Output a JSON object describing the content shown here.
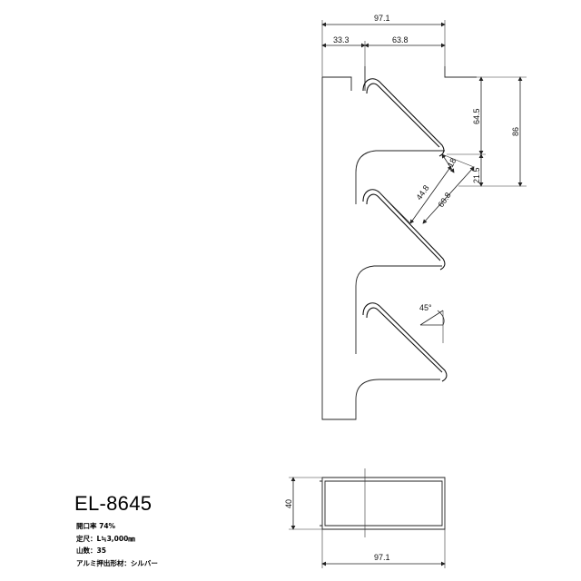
{
  "model": "EL-8645",
  "specs": [
    "開口率 74%",
    "定尺：L≒3,000㎜",
    "山数：35",
    "アルミ押出形材：シルバー"
  ],
  "dimensions": {
    "overall_width": "97.1",
    "left_section": "33.3",
    "right_section": "63.8",
    "pitch": "64.5",
    "total_height": "86",
    "lip": "18",
    "lower_offset": "21.5",
    "diag_inner": "44.8",
    "diag_outer": "60.8",
    "angle": "45°",
    "section_depth": "40",
    "bottom_width": "97.1"
  }
}
